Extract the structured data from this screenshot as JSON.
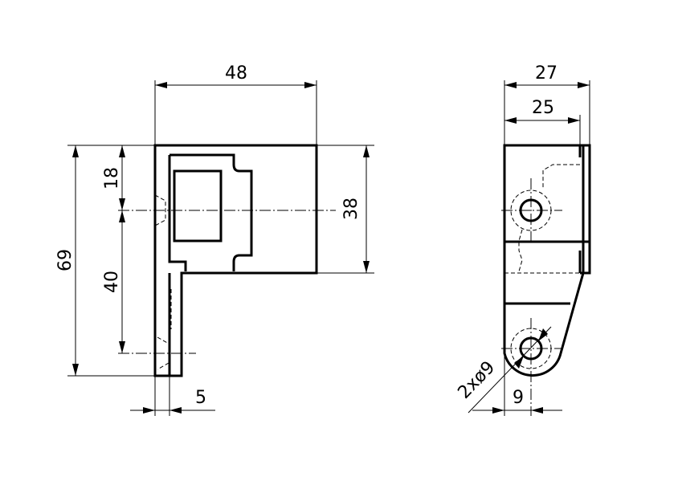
{
  "drawing": {
    "front_view": {
      "dim_width": "48",
      "dim_height_total": "69",
      "dim_upper_hole": "18",
      "dim_hole_spacing": "40",
      "dim_body_height": "38",
      "dim_flange_thickness": "5"
    },
    "side_view": {
      "dim_depth_outer": "27",
      "dim_depth_inner": "25",
      "dim_hole_diameter": "2xø9",
      "dim_hole_offset": "9"
    }
  }
}
